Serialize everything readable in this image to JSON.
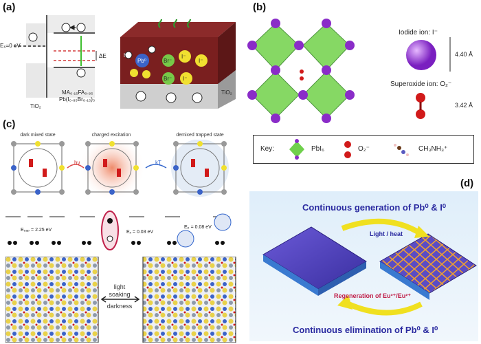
{
  "panels": {
    "a": {
      "tag": "(a)",
      "tio2_left": "TiO₂",
      "tio2_right": "TiO₂",
      "eb_label": "E₆=0 eV",
      "delta_e": "ΔE",
      "formula_line1": "MA₀.₁₅FA₀.₈₅",
      "formula_line2": "Pb(I₀.₈₅Br₀.₁₅)₃",
      "electron": "e⁻",
      "hole": "h⁺",
      "pb": "Pb⁰",
      "br": "Br⁻",
      "iodide": "I⁻"
    },
    "b": {
      "tag": "(b)",
      "iodide_label": "Iodide ion: I⁻",
      "iodide_size": "4.40 Å",
      "superoxide_label": "Superoxide ion: O₂⁻",
      "superoxide_size": "3.42 Å",
      "key": {
        "title": "Key:",
        "pbi6": "PbI₆",
        "o2": "O₂⁻",
        "mea": "CH₃NH₃⁺"
      }
    },
    "c": {
      "tag": "(c)",
      "state1": "dark mixed state",
      "state2": "charged excitation",
      "state3": "demixed trapped state",
      "arrow1": "hν",
      "arrow2": "kT",
      "egap": "E₆ₐₚ = 2.25 eV",
      "ex": "Eₓ = 0.03 eV",
      "ep": "Eₚ = 0.08 eV",
      "light": "light",
      "soaking": "soaking",
      "darkness": "darkness"
    },
    "d": {
      "tag": "(d)",
      "title_top": "Continuous generation of Pb⁰ & I⁰",
      "arrow_top": "Light / heat",
      "arrow_bottom": "Regeneration of Eu³⁺/Eu²⁺",
      "title_bottom": "Continuous elimination of Pb⁰ & I⁰"
    }
  },
  "colors": {
    "iodide": "#8a2cc8",
    "octahedron": "#6fd04c",
    "oxygen": "#d11a1a",
    "film_top": "#5a3fc0",
    "film_base": "#4a8fe0",
    "title_blue": "#2a2aa0",
    "arrow_yellow": "#f0e020"
  }
}
